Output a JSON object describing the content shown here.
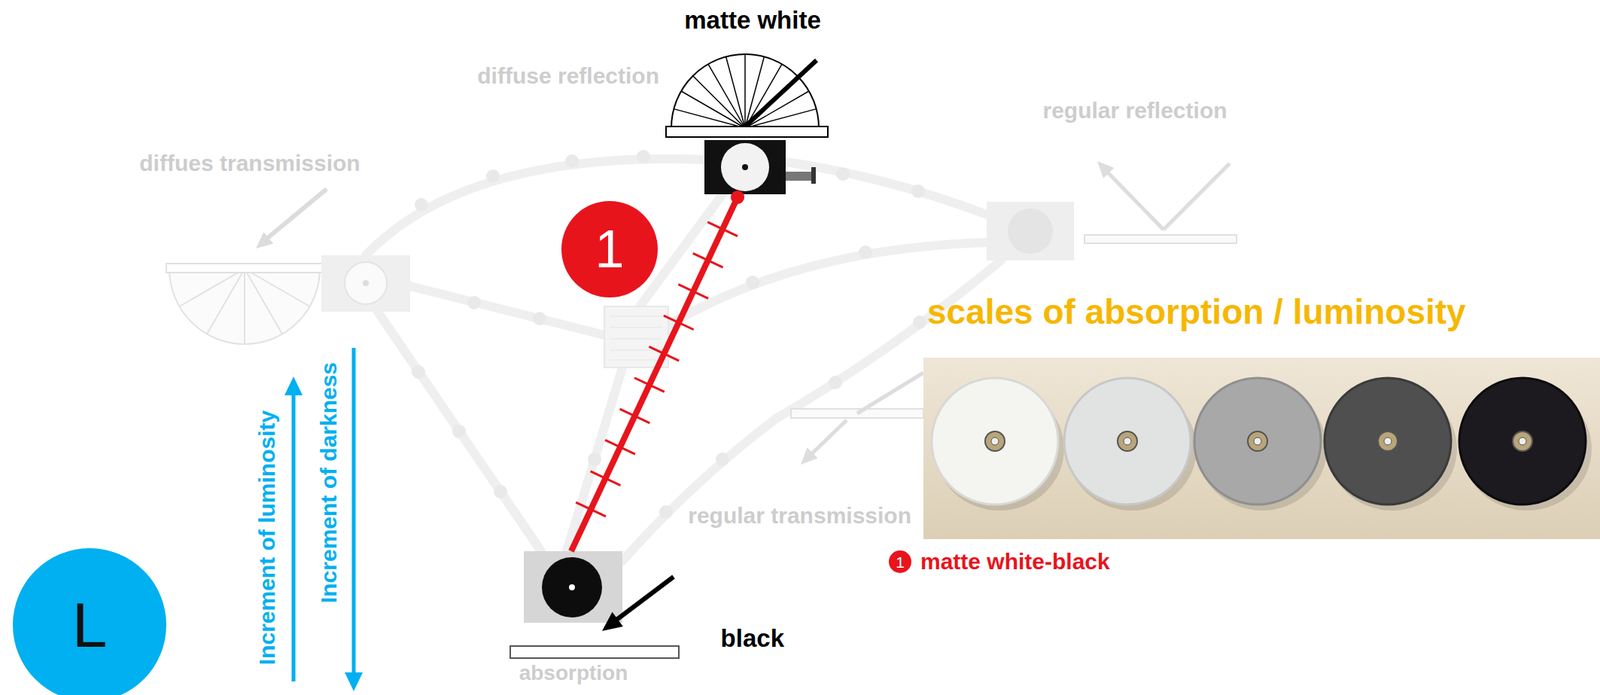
{
  "diagram": {
    "title": "scales of absorption / luminosity",
    "nodes": [
      {
        "text": [
          "matte white"
        ]
      },
      {
        "text": [
          "black"
        ]
      },
      {
        "text": [
          "1"
        ]
      },
      {
        "text": [
          "1",
          "matte white-black"
        ]
      },
      {
        "text": [
          "L"
        ]
      }
    ],
    "edges": [
      {
        "from": 0,
        "to": 1,
        "arrow": "none"
      }
    ],
    "labels": [
      "diffuse reflection",
      "regular reflection",
      "diffues transmission",
      "regular transmission",
      "absorption",
      "Increment of luminosity",
      "Increment of darkness"
    ]
  }
}
